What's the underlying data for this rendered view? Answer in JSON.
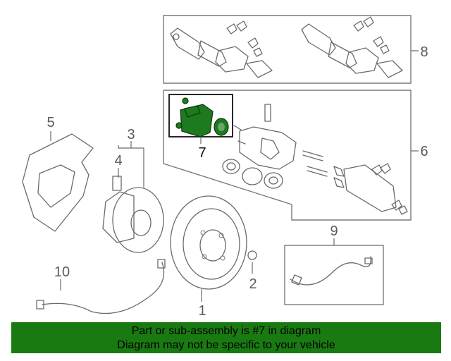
{
  "diagram": {
    "callouts": [
      "1",
      "2",
      "3",
      "4",
      "5",
      "6",
      "7",
      "8",
      "9",
      "10"
    ]
  },
  "banner": {
    "line1": "Part or sub-assembly is #7 in diagram",
    "line2": "Diagram may not be specific to your vehicle"
  },
  "colors": {
    "highlight": "#1e7a1e",
    "banner": "#1a7a12",
    "linework": "#6a6a6a"
  }
}
